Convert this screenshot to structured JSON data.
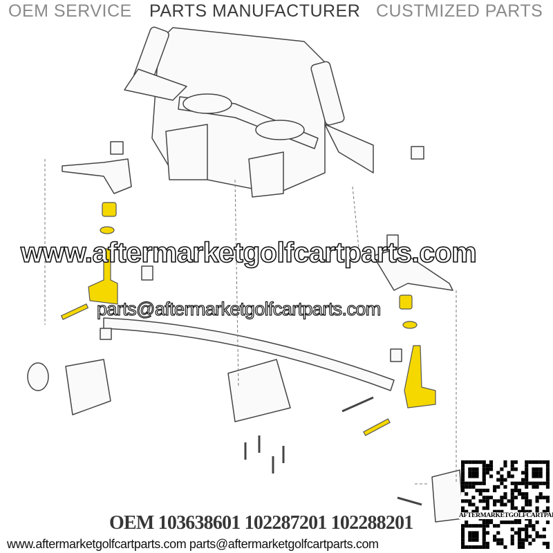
{
  "header": {
    "oem_service": "OEM SERVICE",
    "parts_manufacturer": "PARTS MANUFACTURER",
    "customized_parts": "CUSTMIZED PARTS"
  },
  "watermark": {
    "website": "www.aftermarketgolfcartparts.com",
    "email": "parts@aftermarketgolfcartparts.com"
  },
  "footer": {
    "contact": "www.aftermarketgolfcartparts.com parts@aftermarketgolfcartparts.com",
    "oem_numbers": "OEM 103638601 102287201 102288201"
  },
  "qr": {
    "label": "AFTERMARKETGOLFCARTPARTS"
  },
  "colors": {
    "highlight": "#f5d800",
    "line": "#555555"
  }
}
